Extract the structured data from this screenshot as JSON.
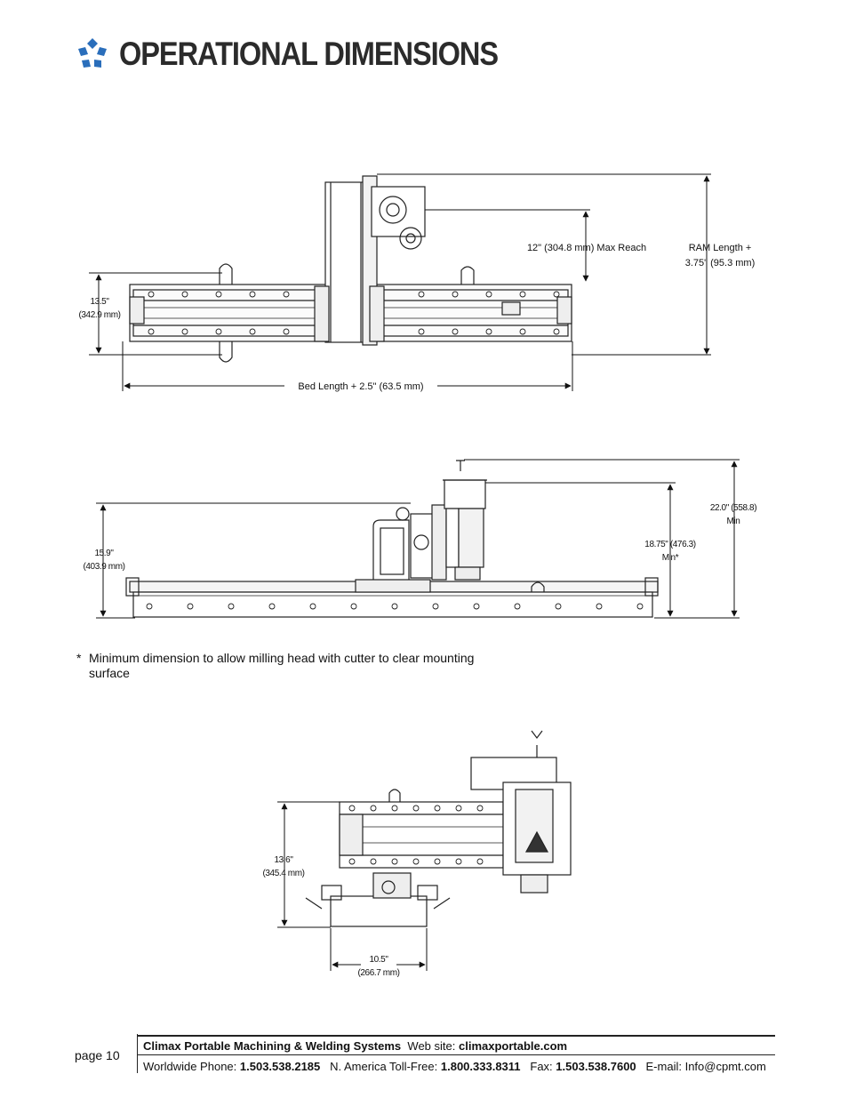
{
  "header": {
    "title": "OPERATIONAL DIMENSIONS",
    "logo_color": "#2a6ebb"
  },
  "top_view": {
    "max_reach": "12\" (304.8 mm) Max Reach",
    "ram_length_1": "RAM Length +",
    "ram_length_2": "3.75\" (95.3 mm)",
    "height_1": "13.5\"",
    "height_2": "(342.9 mm)",
    "bed_length": "Bed Length + 2.5\" (63.5 mm)"
  },
  "side_view": {
    "height_total_1": "22.0\" (558.8)",
    "height_total_2": "Min",
    "height_head_1": "18.75\" (476.3)",
    "height_head_2": "Min*",
    "height_left_1": "15.9\"",
    "height_left_2": "(403.9 mm)"
  },
  "note": {
    "marker": "*",
    "text": "Minimum dimension to allow milling head with cutter to clear mounting surface"
  },
  "end_view": {
    "height_1": "13.6\"",
    "height_2": "(345.4 mm)",
    "width_1": "10.5\"",
    "width_2": "(266.7 mm)"
  },
  "footer": {
    "page": "page 10",
    "company": "Climax Portable Machining & Welding Systems",
    "web_label": "Web site:",
    "web": "climaxportable.com",
    "phone_label": "Worldwide Phone:",
    "phone": "1.503.538.2185",
    "tollfree_label": "N. America Toll-Free:",
    "tollfree": "1.800.333.8311",
    "fax_label": "Fax:",
    "fax": "1.503.538.7600",
    "email_label": "E-mail:",
    "email": "Info@cpmt.com"
  }
}
